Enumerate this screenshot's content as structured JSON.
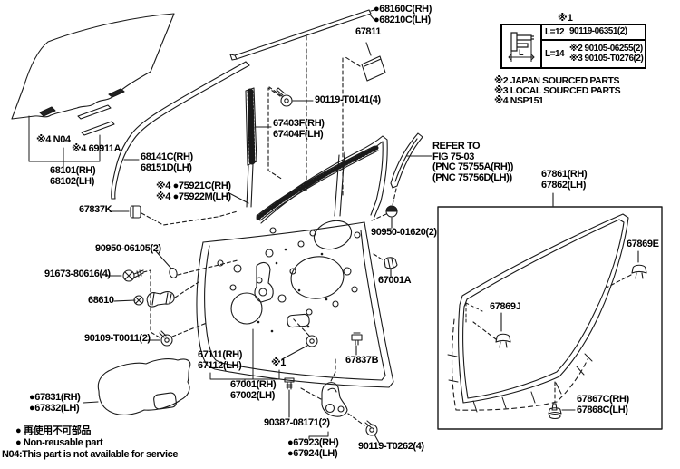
{
  "colors": {
    "line": "#1a1a1a",
    "background": "#ffffff"
  },
  "legend_table": {
    "title": "※1",
    "icon": "bolt-length-icon",
    "icon_label": "L",
    "rows": [
      {
        "length": "L=12",
        "parts": [
          "90119-06351(2)"
        ]
      },
      {
        "length": "L=14",
        "parts": [
          "※2 90105-06255(2)",
          "※3 90105-T0276(2)"
        ]
      }
    ]
  },
  "notes": [
    "※2 JAPAN SOURCED PARTS",
    "※3 LOCAL SOURCED PARTS",
    "※4 NSP151"
  ],
  "legend": {
    "jp": "● 再使用不可部品",
    "en": "● Non-reusable part",
    "footnote": "N04:This part is not available for service"
  },
  "labels": {
    "belt_molding_out": {
      "text": "●68160C(RH)\n●68210C(LH)"
    },
    "cushion_67811": {
      "text": "67811"
    },
    "screw_t0141": {
      "text": "90119-T0141(4)"
    },
    "sash_front": {
      "text": "67403F(RH)\n67404F(LH)"
    },
    "refer": {
      "text": "REFER TO\nFIG 75-03\n(PNC 75755A(RH))\n(PNC 75756D(LH))"
    },
    "ws_body": {
      "text": "67861(RH)\n67862(LH)"
    },
    "n04": {
      "text": "※4 N04"
    },
    "glass_spacer": {
      "text": "※4 69911A"
    },
    "glass": {
      "text": "68101(RH)\n68102(LH)"
    },
    "run_channel": {
      "text": "68141C(RH)\n68151D(LH)"
    },
    "belt_molding_in": {
      "text": "※4 ●75921C(RH)\n※4 ●75922M(LH)"
    },
    "clip_67837k": {
      "text": "67837K"
    },
    "grommet_06105": {
      "text": "90950-06105(2)"
    },
    "screw_80616": {
      "text": "91673-80616(4)"
    },
    "hinge_68610": {
      "text": "68610"
    },
    "screw_t0011": {
      "text": "90109-T0011(2)"
    },
    "grommet_01620": {
      "text": "90950-01620(2)"
    },
    "cushion_67001a": {
      "text": "67001A"
    },
    "panel_inner": {
      "text": "67111(RH)\n67112(LH)"
    },
    "ref1": {
      "text": "※1"
    },
    "clip_67837b": {
      "text": "67837B"
    },
    "panel_assy": {
      "text": "67001(RH)\n67002(LH)"
    },
    "bolt_08171": {
      "text": "90387-08171(2)"
    },
    "check_link": {
      "text": "●67923(RH)\n●67924(LH)"
    },
    "screw_t0262": {
      "text": "90119-T0262(4)"
    },
    "clip_67869e": {
      "text": "67869E"
    },
    "clip_67869j": {
      "text": "67869J"
    },
    "clip_67867c": {
      "text": "67867C(RH)\n67868C(LH)"
    },
    "trim_pad": {
      "text": "●67831(RH)\n●67832(LH)"
    }
  }
}
